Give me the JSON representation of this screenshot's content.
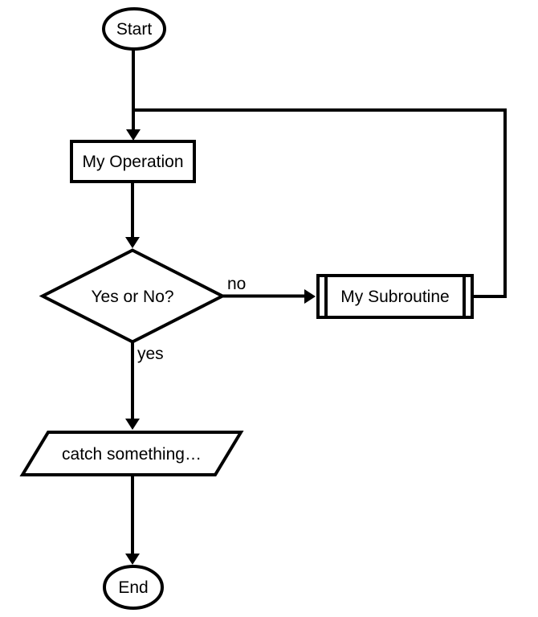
{
  "colors": {
    "stroke": "#000000",
    "shape_fill": "#ffffff",
    "text": "#000000",
    "background": "#ffffff"
  },
  "flowchart": {
    "nodes": [
      {
        "id": "start",
        "type": "terminator",
        "label": "Start"
      },
      {
        "id": "operation",
        "type": "process",
        "label": "My Operation"
      },
      {
        "id": "decision",
        "type": "decision",
        "label": "Yes or No?"
      },
      {
        "id": "subroutine",
        "type": "predefined-process",
        "label": "My Subroutine"
      },
      {
        "id": "io",
        "type": "input-output",
        "label": "catch something…"
      },
      {
        "id": "end",
        "type": "terminator",
        "label": "End"
      }
    ],
    "edge_labels": {
      "no": "no",
      "yes": "yes"
    }
  }
}
